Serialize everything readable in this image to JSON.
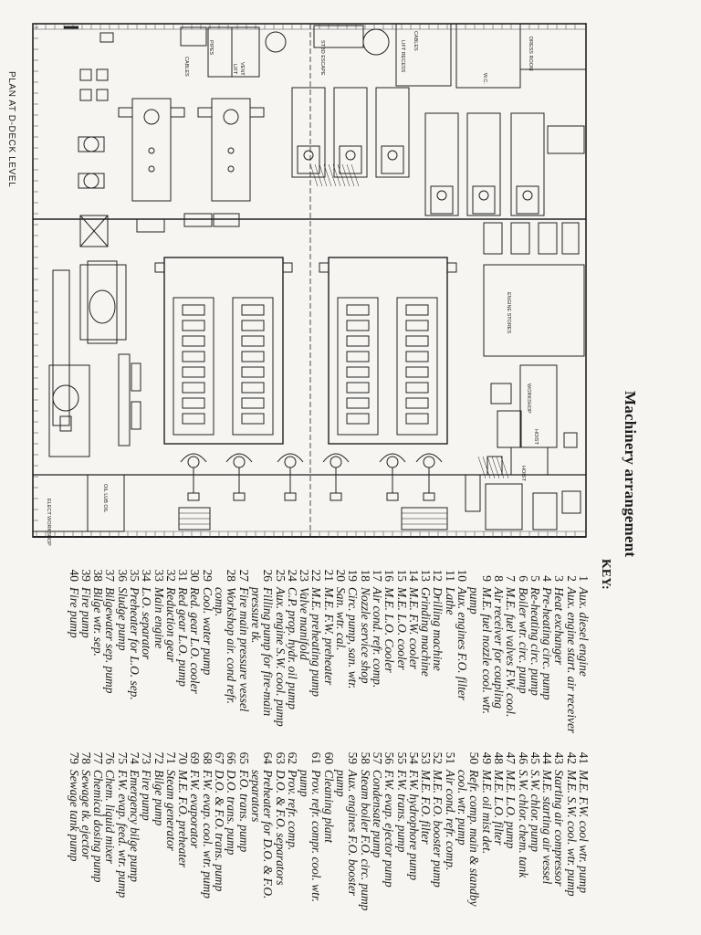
{
  "title": "Machinery arrangement",
  "plan_label": "PLAN AT D-DECK LEVEL",
  "key_heading": "KEY:",
  "drawing_labels": {
    "pipes": "PIPES",
    "lift": "LIFT",
    "cables": "CABLES",
    "vent": "VENT",
    "stbd_escape": "STBD ESCAPE",
    "lift_recess": "LIFT RECESS",
    "cables2": "CABLES",
    "dress_room": "DRESS ROOM",
    "wc": "W.C.",
    "engine_stores": "ENGINE STORES",
    "workshop": "WORKSHOP",
    "hoist": "HOIST",
    "hoist2": "HOIST",
    "oil_lub_oil": "OIL LUB OIL",
    "elect_workshop": "ELECT WORKSHOP"
  },
  "key": [
    [
      "1",
      "Aux. diesel engine"
    ],
    [
      "2",
      "Aux. engine start. air receiver"
    ],
    [
      "3",
      "Heat exchanger"
    ],
    [
      "4",
      "Pre-heating circ. pump"
    ],
    [
      "5",
      "Re-heating circ. pump"
    ],
    [
      "6",
      "Boiler wtr. circ. pump"
    ],
    [
      "7",
      "M.E. fuel valves F.W. cool."
    ],
    [
      "8",
      "Air receiver for coupling"
    ],
    [
      "9",
      "M.E. fuel nozzle cool. wtr.",
      "pump"
    ],
    [
      "10",
      "Aux. engines F.O. filter"
    ],
    [
      "11",
      "Lathe"
    ],
    [
      "12",
      "Drilling machine"
    ],
    [
      "13",
      "Grinding machine"
    ],
    [
      "14",
      "M.E. F.W. cooler"
    ],
    [
      "15",
      "M.E. L.O. cooler"
    ],
    [
      "16",
      "M.E. L.O. Cooler"
    ],
    [
      "17",
      "Air cond. refr. comp."
    ],
    [
      "18",
      "Nozzle service shop"
    ],
    [
      "19",
      "Circ. pump, san. wtr."
    ],
    [
      "20",
      "San. wtr. cal."
    ],
    [
      "21",
      "M.E. F.W. preheater"
    ],
    [
      "22",
      "M.E. preheating pump"
    ],
    [
      "23",
      "Valve manifold"
    ],
    [
      "24",
      "C.P. prop. hydr. oil pump"
    ],
    [
      "25",
      "Aux. engine S.W. cool. pump"
    ],
    [
      "26",
      "Filling pump for fire-main",
      "pressure tk."
    ],
    [
      "27",
      "Fire main pressure vessel"
    ],
    [
      "28",
      "Workshop air. cond refr.",
      "comp."
    ],
    [
      "29",
      "Cool. water pump"
    ],
    [
      "30",
      "Red. gear L.O. cooler"
    ],
    [
      "31",
      "Red gear L.O. pump"
    ],
    [
      "32",
      "Reduction gear"
    ],
    [
      "33",
      "Main engine"
    ],
    [
      "34",
      "L.O. separator"
    ],
    [
      "35",
      "Preheater for L.O. sep."
    ],
    [
      "36",
      "Sludge pump"
    ],
    [
      "37",
      "Bilgewater sep. pump"
    ],
    [
      "38",
      "Bilge wtr. sep."
    ],
    [
      "39",
      "Fire pump"
    ],
    [
      "40",
      "Fire pump"
    ],
    [
      "41",
      "M.E. F.W. cool wtr. pump"
    ],
    [
      "42",
      "M.E. S.W. cool. wtr. pump"
    ],
    [
      "43",
      "Starting air compressor"
    ],
    [
      "44",
      "M.E. starting air vessel"
    ],
    [
      "45",
      "S.W. chlor. pump"
    ],
    [
      "46",
      "S.W. chlor. chem. tank"
    ],
    [
      "47",
      "M.E. L.O. pump"
    ],
    [
      "48",
      "M.E. L.O. filter"
    ],
    [
      "49",
      "M.E. oil mist det."
    ],
    [
      "50",
      "Refr. comp. main & standby",
      "cool. wtr. pump"
    ],
    [
      "51",
      "Air cond. refr. comp."
    ],
    [
      "52",
      "M.E. F.O. booster pump"
    ],
    [
      "53",
      "M.E. F.O. filter"
    ],
    [
      "54",
      "F.W. hydrophore pump"
    ],
    [
      "55",
      "F.W. trans. pump"
    ],
    [
      "56",
      "F.W. evap. ejector pump"
    ],
    [
      "57",
      "Condensate pump"
    ],
    [
      "58",
      "Steam boiler F.O. circ. pump"
    ],
    [
      "59",
      "Aux. engines F.O. booster",
      "pump"
    ],
    [
      "60",
      "Cleaning plant"
    ],
    [
      "61",
      "Prov. refr. compr. cool. wtr.",
      "pump"
    ],
    [
      "62",
      "Prov. refr. comp."
    ],
    [
      "63",
      "D.O. & F.O. separators"
    ],
    [
      "64",
      "Preheater for D.O. & F.O.",
      "separators"
    ],
    [
      "65",
      "F.O. trans. pump"
    ],
    [
      "66",
      "D.O. trans. pump"
    ],
    [
      "67",
      "D.O. & F.O. trans. pump"
    ],
    [
      "68",
      "F.W. evap. cool. wtr. pump"
    ],
    [
      "69",
      "F.W. evaporator"
    ],
    [
      "70",
      "M.E. F.O. preheater"
    ],
    [
      "71",
      "Steam generator"
    ],
    [
      "72",
      "Bilge pump"
    ],
    [
      "73",
      "Fire pump"
    ],
    [
      "74",
      "Emergency bilge pump"
    ],
    [
      "75",
      "F.W. evap. feed. wtr. pump"
    ],
    [
      "76",
      "Chem. liquid mixer"
    ],
    [
      "77",
      "Chemical dosing pump"
    ],
    [
      "78",
      "Sewage tk. ejector"
    ],
    [
      "79",
      "Sewage tank pump"
    ]
  ]
}
